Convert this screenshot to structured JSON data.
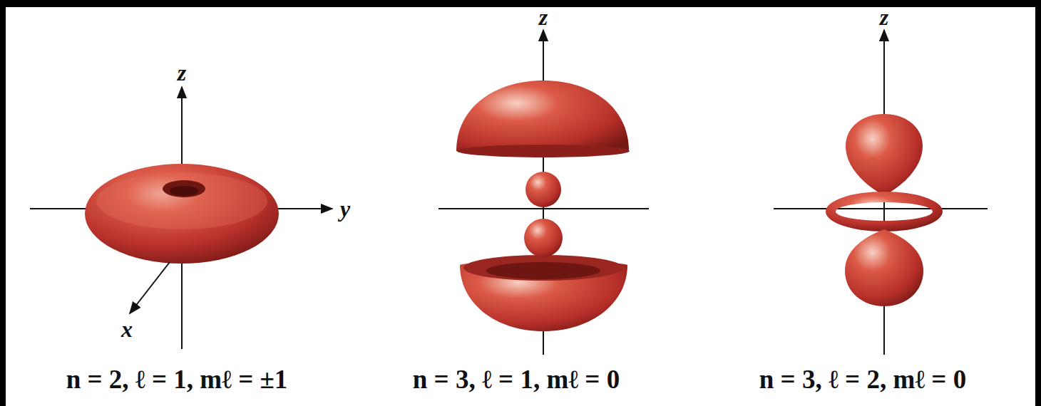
{
  "diagram": {
    "labels": [
      "z",
      "y",
      "x",
      "z",
      "z",
      "n = 2, ℓ = 1, mℓ = ±1",
      "n = 3, ℓ = 1, mℓ = 0",
      "n = 3, ℓ = 2, mℓ = 0"
    ]
  }
}
